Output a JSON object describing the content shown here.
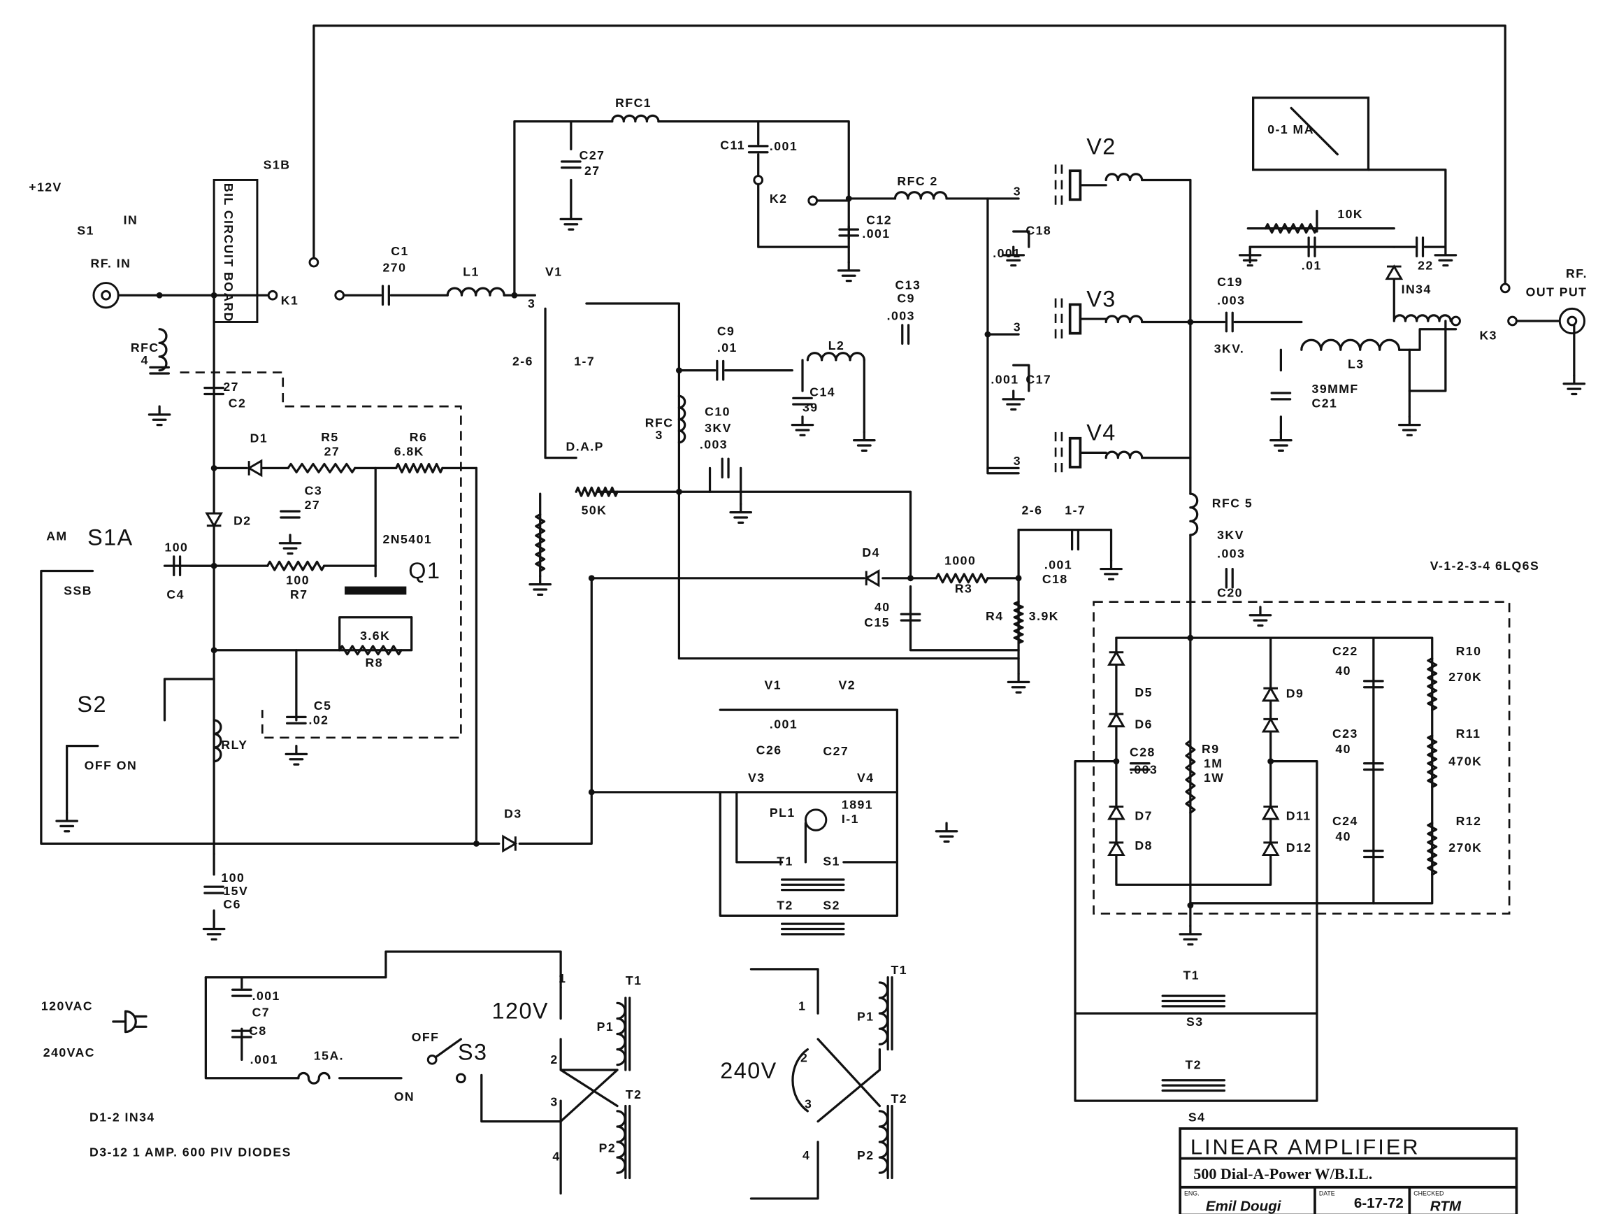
{
  "title_block": {
    "title": "LINEAR AMPLIFIER",
    "subtitle": "500 Dial-A-Power W/B.I.L.",
    "eng_label": "ENG.",
    "eng_signature": "Emil Dougi",
    "date_label": "DATE",
    "date": "6-17-72",
    "checked_label": "CHECKED",
    "checked_signature": "RTM"
  },
  "notes": {
    "note1": "D1-2  IN34",
    "note2": "D3-12  1 AMP. 600 PIV  DIODES",
    "tubes": "V-1-2-3-4  6LQ6S"
  },
  "labels": {
    "plus12v": "+12V",
    "s1": "S1",
    "in": "IN",
    "rf_in": "RF. IN",
    "rfc4a": "RFC",
    "rfc4b": "4",
    "bil_board": "BIL CIRCUIT BOARD",
    "s1b": "S1B",
    "k1": "K1",
    "c1": "C1",
    "c1v": "270",
    "l1": "L1",
    "v1": "V1",
    "v1pin3": "3",
    "v1pin26": "2-6",
    "v1pin17": "1-7",
    "rfc1": "RFC1",
    "c27": "C27",
    "c27v": "27",
    "c11": "C11",
    "c11v": ".001",
    "k2": "K2",
    "rfc2": "RFC 2",
    "c12": "C12",
    "c12v": ".001",
    "v2": "V2",
    "v3": "V3",
    "v4": "V4",
    "pin3a": "3",
    "pin3b": "3",
    "pin3c": "3",
    "c18a": "C18",
    "c18av": ".001",
    "c17": "C17",
    "c17v": ".001",
    "c13": "C13",
    "c13b": "C9",
    "c13v": ".003",
    "c9": "C9",
    "c9v": ".01",
    "l2": "L2",
    "c14": "C14",
    "c14v": "39",
    "rfc3a": "RFC",
    "rfc3b": "3",
    "c10": "C10",
    "c10kv": "3KV",
    "c10v": ".003",
    "dap": "D.A.P",
    "pot50k": "50K",
    "c19": "C19",
    "c19v": ".003",
    "c19kv": "3KV.",
    "l3": "L3",
    "c21v": "39MMF",
    "c21": "C21",
    "in34": "IN34",
    "r10k": "10K",
    "c01": ".01",
    "c22pf": "22",
    "meter": "0-1 MA",
    "rf_out1": "RF.",
    "rf_out2": "OUT PUT",
    "k3": "K3",
    "c2v": "27",
    "c2": "C2",
    "d1": "D1",
    "r5": "R5",
    "r5v": "27",
    "r6": "R6",
    "r6v": "6.8K",
    "c3": "C3",
    "c3v": "27",
    "d2": "D2",
    "q1type": "2N5401",
    "q1": "Q1",
    "am": "AM",
    "s1a": "S1A",
    "ssb": "SSB",
    "c4v": "100",
    "c4": "C4",
    "r7v": "100",
    "r7": "R7",
    "r8v": "3.6K",
    "r8": "R8",
    "s2": "S2",
    "offon": "OFF ON",
    "c5": "C5",
    "c5v": ".02",
    "rly": "RLY",
    "d3": "D3",
    "c6v": "100",
    "c6kv": "15V",
    "c6": "C6",
    "d4": "D4",
    "r3v": "1000",
    "r3": "R3",
    "c15v": "40",
    "c15": "C15",
    "c18bv": ".001",
    "c18b": "C18",
    "pin26b": "2-6",
    "pin17b": "1-7",
    "r4": "R4",
    "r4v": "3.9K",
    "rfc5": "RFC 5",
    "c20kv": "3KV",
    "c20v": ".003",
    "c20": "C20",
    "d5": "D5",
    "d6": "D6",
    "d7": "D7",
    "d8": "D8",
    "d9": "D9",
    "d11": "D11",
    "d12": "D12",
    "c28": "C28",
    "c28v": ".003",
    "r9": "R9",
    "r9v": "1M",
    "r9w": "1W",
    "c22": "C22",
    "c22v": "40",
    "c23": "C23",
    "c23v": "40",
    "c24": "C24",
    "c24v": "40",
    "r10": "R10",
    "r10v": "270K",
    "r11": "R11",
    "r11v": "470K",
    "r12": "R12",
    "r12v": "270K",
    "t1s": "T1",
    "s3s": "S3",
    "t2s": "T2",
    "s4s": "S4",
    "hv1": "V1",
    "hv2": "V2",
    "c26v": ".001",
    "c26": "C26",
    "c27h": "C27",
    "hv3": "V3",
    "hv4": "V4",
    "pl1": "PL1",
    "lamp1": "1891",
    "lamp2": "I-1",
    "ht1": "T1",
    "hs1": "S1",
    "ht2": "T2",
    "hs2": "S2",
    "vac120": "120VAC",
    "vac240": "240VAC",
    "c7v": ".001",
    "c7": "C7",
    "c8": "C8",
    "c8v": ".001",
    "fuse": "15A.",
    "on": "ON",
    "off": "OFF",
    "s3": "S3",
    "v120": "120V",
    "a1": "1",
    "a2": "2",
    "a3": "3",
    "a4": "4",
    "ap1": "P1",
    "ap2": "P2",
    "at1": "T1",
    "at2": "T2",
    "v240": "240V",
    "b1": "1",
    "b2": "2",
    "b3": "3",
    "b4": "4",
    "bp1": "P1",
    "bp2": "P2",
    "bt1": "T1",
    "bt2": "T2"
  }
}
